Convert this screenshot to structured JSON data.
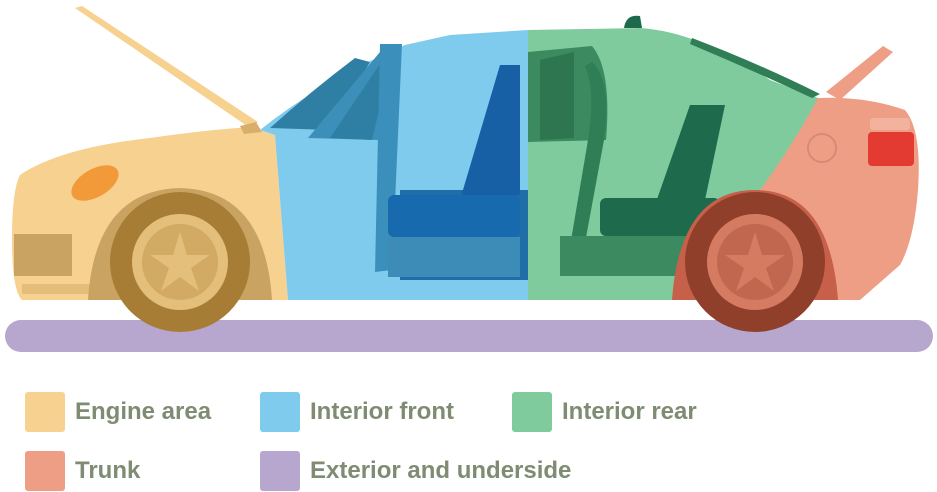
{
  "colors": {
    "engine": "#f7d18f",
    "interior_front": "#7ecbee",
    "interior_rear": "#7fcb9d",
    "trunk": "#ef9e86",
    "exterior": "#b7a6cd",
    "legend_text": "#7f8c73"
  },
  "legend": {
    "engine": {
      "label": "Engine area",
      "swatch_color": "#f7d18f"
    },
    "interior_front": {
      "label": "Interior front",
      "swatch_color": "#7ecbee"
    },
    "interior_rear": {
      "label": "Interior rear",
      "swatch_color": "#7fcb9d"
    },
    "trunk": {
      "label": "Trunk",
      "swatch_color": "#ef9e86"
    },
    "exterior": {
      "label": "Exterior and underside",
      "swatch_color": "#b7a6cd"
    }
  }
}
